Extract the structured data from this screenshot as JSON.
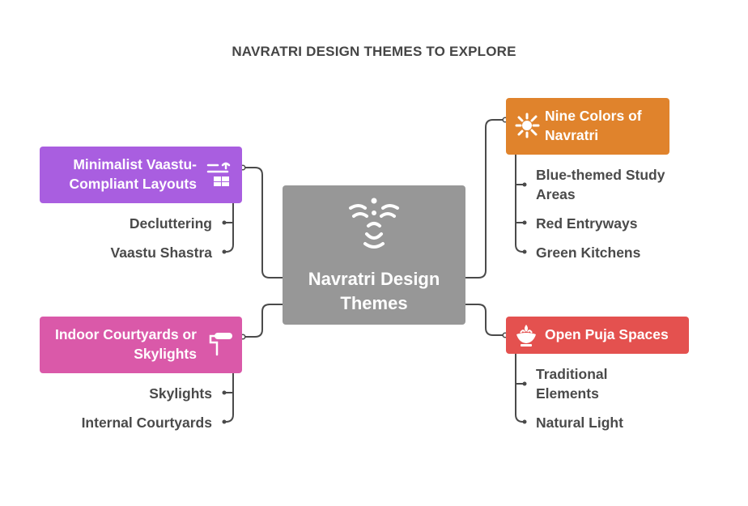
{
  "title": "NAVRATRI DESIGN THEMES TO EXPLORE",
  "center": {
    "label_line1": "Navratri Design",
    "label_line2": "Themes",
    "icon": "goddess-face-icon",
    "color": "#979797"
  },
  "branches": {
    "minimalist": {
      "label_line1": "Minimalist Vaastu-",
      "label_line2": "Compliant Layouts",
      "icon": "broom-shelf-icon",
      "color": "#a95ee0",
      "children": [
        "Decluttering",
        "Vaastu Shastra"
      ]
    },
    "courtyards": {
      "label_line1": "Indoor Courtyards or",
      "label_line2": "Skylights",
      "icon": "paint-roller-icon",
      "color": "#da59a9",
      "children": [
        "Skylights",
        "Internal Courtyards"
      ]
    },
    "colors": {
      "label_line1": "Nine Colors of",
      "label_line2": "Navratri",
      "icon": "color-splash-icon",
      "color": "#e0832c",
      "children": [
        "Blue-themed Study Areas",
        "Red Entryways",
        "Green Kitchens"
      ]
    },
    "puja": {
      "label_line1": "Open Puja Spaces",
      "icon": "lotus-diya-icon",
      "color": "#e4514f",
      "children": [
        "Traditional Elements",
        "Natural Light"
      ]
    }
  }
}
